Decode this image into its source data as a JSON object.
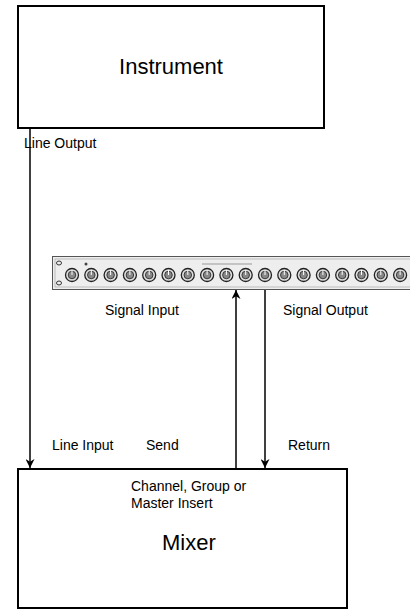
{
  "diagram": {
    "nodes": [
      {
        "text": [
          "Instrument"
        ]
      },
      {
        "text": [
          "Channel, Group or Master Insert",
          "Mixer"
        ]
      },
      {
        "text": [
          "Signal Input",
          "Signal Output"
        ]
      }
    ],
    "edges": [
      {
        "from": 0,
        "to": 1,
        "arrow": "to"
      },
      {
        "from": 1,
        "to": 2,
        "label": "Send",
        "arrow": "to"
      },
      {
        "from": 2,
        "to": 1,
        "label": "Return",
        "arrow": "to"
      }
    ],
    "labels": [
      "Line Output",
      "Line Input"
    ]
  }
}
